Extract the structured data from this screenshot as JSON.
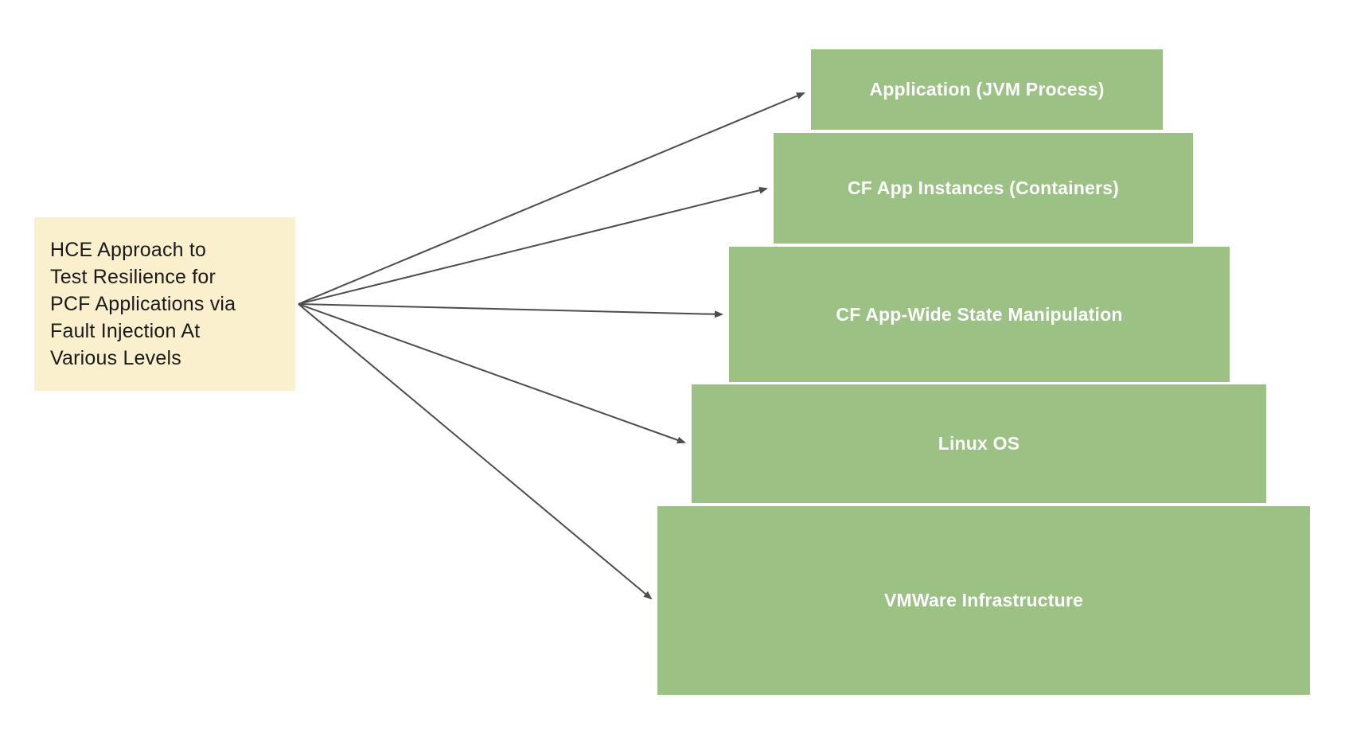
{
  "note": {
    "text": "HCE Approach to\nTest Resilience for\nPCF Applications via\nFault Injection At\nVarious Levels"
  },
  "levels": [
    {
      "label": "Application (JVM Process)"
    },
    {
      "label": "CF App Instances (Containers)"
    },
    {
      "label": "CF App-Wide State Manipulation"
    },
    {
      "label": "Linux OS"
    },
    {
      "label": "VMWare Infrastructure"
    }
  ],
  "colors": {
    "box_green": "#9BC184",
    "note_yellow": "#FAF0CE",
    "arrow": "#4D4D4D",
    "note_text": "#1A1A1A",
    "box_text": "#FFFFFF",
    "background": "#FFFFFF"
  }
}
